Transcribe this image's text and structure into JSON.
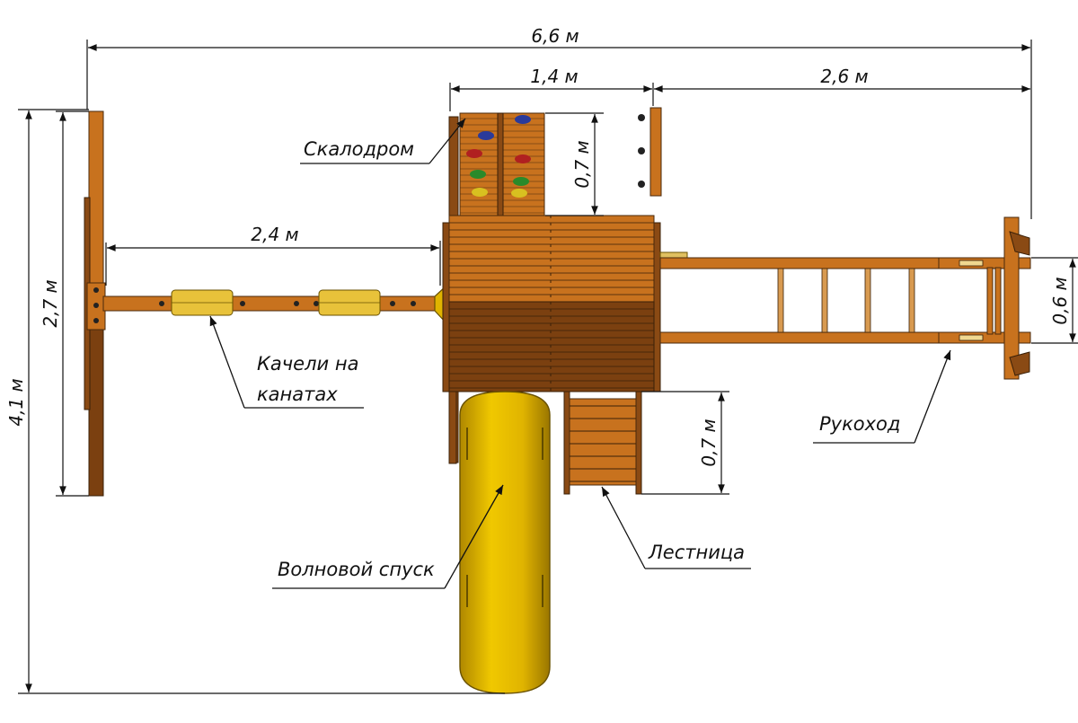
{
  "dimensions": {
    "total_width": "6,6 м",
    "tower_width": "1,4 м",
    "monkey_bars_length": "2,6 м",
    "swing_beam_length": "2,4 м",
    "climbing_wall_depth": "0,7 м",
    "monkey_bars_width": "0,6 м",
    "ladder_depth": "0,7 м",
    "swing_frame_width": "2,7 м",
    "total_depth": "4,1 м"
  },
  "labels": {
    "climbing_wall": "Скалодром",
    "swings_line1": "Качели на",
    "swings_line2": "канатах",
    "wave_slide": "Волновой спуск",
    "ladder": "Лестница",
    "monkey_bars": "Рукоход"
  },
  "colors": {
    "wood": "#c8721e",
    "wood_dark": "#8a4a14",
    "slide": "#e0b400",
    "hold_blue": "#2a3a9a",
    "hold_red": "#b02020",
    "hold_green": "#2a8a2a",
    "hold_yellow": "#d8c020"
  }
}
